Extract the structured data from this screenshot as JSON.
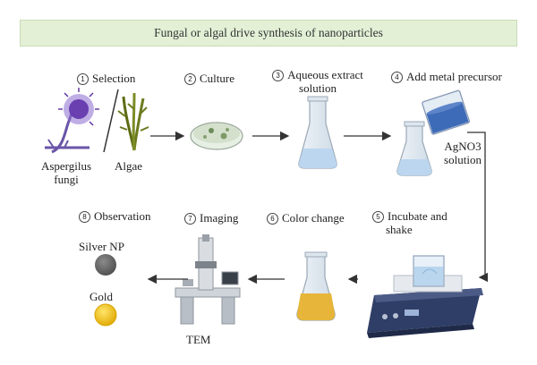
{
  "title": "Fungal or algal drive synthesis of nanoparticles",
  "steps": [
    {
      "num": "1",
      "label": "Selection"
    },
    {
      "num": "2",
      "label": "Culture"
    },
    {
      "num": "3",
      "label": "Aqueous extract",
      "label2": "solution"
    },
    {
      "num": "4",
      "label": "Add metal precursor"
    },
    {
      "num": "5",
      "label": "Incubate and",
      "label2": "shake"
    },
    {
      "num": "6",
      "label": "Color change"
    },
    {
      "num": "7",
      "label": "Imaging"
    },
    {
      "num": "8",
      "label": "Observation"
    }
  ],
  "labels": {
    "aspergillus1": "Aspergilus",
    "aspergillus2": "fungi",
    "algae": "Algae",
    "precursor1": "AgNO3",
    "precursor2": "solution",
    "tem": "TEM",
    "silver": "Silver NP",
    "gold": "Gold"
  },
  "colors": {
    "title_bg": "#e3f0d6",
    "fungi": "#7a4fb8",
    "algae": "#6b7a1e",
    "liquid_blue": "#bcd6ef",
    "liquid_yellow": "#e6b53a",
    "silver_np": "#6e6e6e",
    "gold_np": "#f2c00f",
    "arrow": "#333333"
  }
}
